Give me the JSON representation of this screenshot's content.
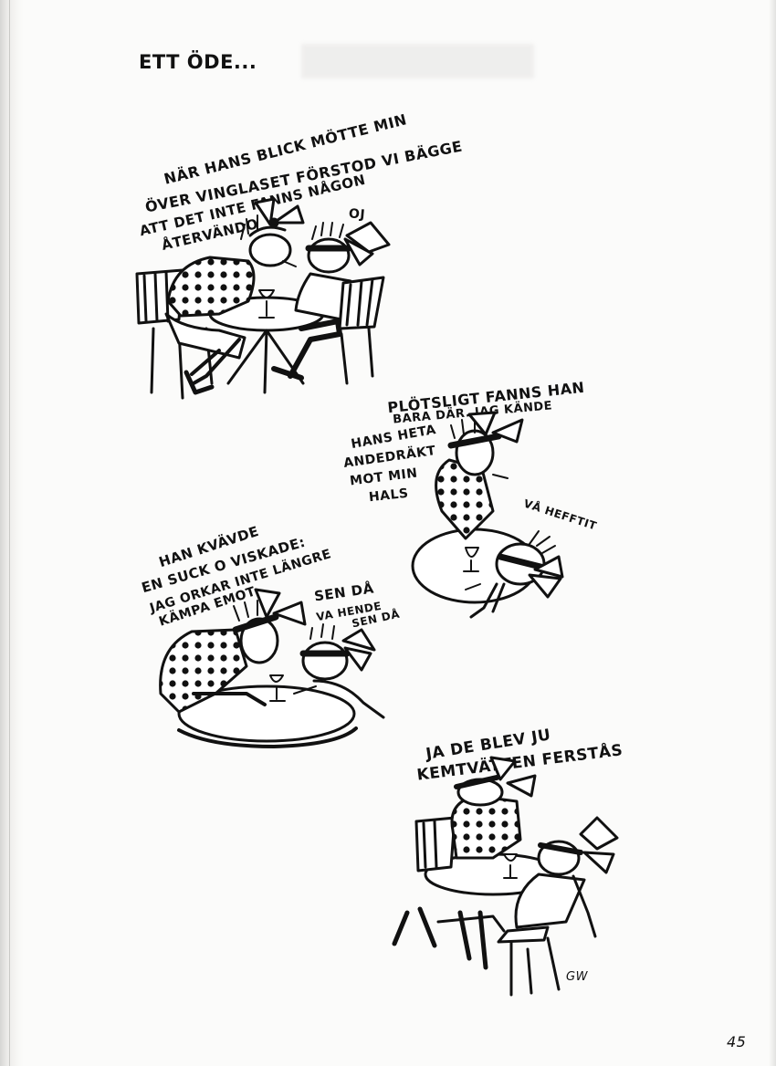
{
  "title": "ETT ÖDE...",
  "panel1": {
    "caption_lines": [
      "NÄR HANS BLICK MÖTTE MIN",
      "ÖVER VINGLASET FÖRSTOD VI BÄGGE",
      "ATT DET INTE FANNS NÅGON",
      "ÅTERVÄNDO"
    ],
    "reply": "OJ"
  },
  "panel2": {
    "caption_lines": [
      "PLÖTSLIGT FANNS HAN",
      "BARA DÄR. JAG KÄNDE",
      "HANS HETA",
      "ANDEDRÄKT",
      "MOT MIN",
      "HALS"
    ],
    "reply": "VÅ HEFFTIT"
  },
  "panel3": {
    "caption_lines": [
      "HAN KVÄVDE",
      "EN SUCK O VISKADE:",
      "JAG ORKAR INTE LÄNGRE",
      "KÄMPA EMOT"
    ],
    "reply_lines": [
      "SEN DÅ",
      "VA HENDE",
      "SEN DÅ"
    ]
  },
  "panel4": {
    "caption_lines": [
      "JA DE BLEV JU",
      "KEMTVÄTTEN FERSTÅS"
    ]
  },
  "signature": "GW",
  "page_number": "45",
  "colors": {
    "paper": "#fbfbfa",
    "ink": "#111111"
  }
}
